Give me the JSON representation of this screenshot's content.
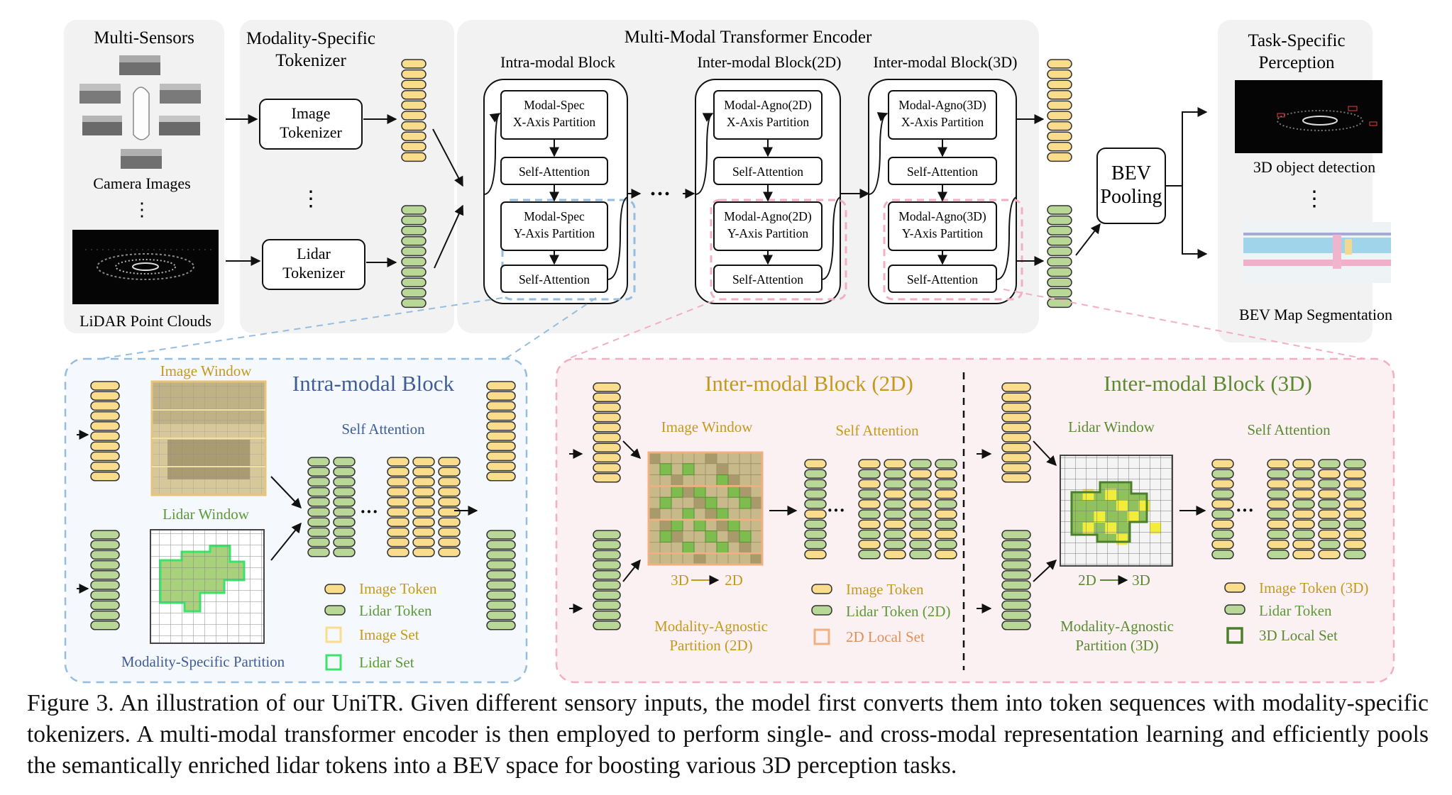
{
  "top": {
    "multi_sensors": {
      "title": "Multi-Sensors",
      "camera_label": "Camera Images",
      "ellipsis": "⋮",
      "lidar_label": "LiDAR Point Clouds"
    },
    "tokenizer": {
      "title": [
        "Modality-Specific",
        "Tokenizer"
      ],
      "image": [
        "Image",
        "Tokenizer"
      ],
      "lidar": [
        "Lidar",
        "Tokenizer"
      ],
      "ellipsis": "⋮"
    },
    "encoder": {
      "title": "Multi-Modal Transformer Encoder",
      "intra_title": "Intra-modal Block",
      "inter2d_title": "Inter-modal Block(2D)",
      "inter3d_title": "Inter-modal Block(3D)",
      "between_dots": "···",
      "intra_boxes": [
        [
          "Modal-Spec",
          "X-Axis Partition"
        ],
        [
          "Self-Attention"
        ],
        [
          "Modal-Spec",
          "Y-Axis Partition"
        ],
        [
          "Self-Attention"
        ]
      ],
      "inter2d_boxes": [
        [
          "Modal-Agno(2D)",
          "X-Axis Partition"
        ],
        [
          "Self-Attention"
        ],
        [
          "Modal-Agno(2D)",
          "Y-Axis Partition"
        ],
        [
          "Self-Attention"
        ]
      ],
      "inter3d_boxes": [
        [
          "Modal-Agno(3D)",
          "X-Axis Partition"
        ],
        [
          "Self-Attention"
        ],
        [
          "Modal-Agno(3D)",
          "Y-Axis Partition"
        ],
        [
          "Self-Attention"
        ]
      ]
    },
    "bev": [
      "BEV",
      "Pooling"
    ],
    "task": {
      "title": [
        "Task-Specific",
        "Perception"
      ],
      "detection": "3D object detection",
      "ellipsis": "⋮",
      "segmentation": "BEV Map Segmentation"
    }
  },
  "bottom_left": {
    "title": "Intra-modal Block",
    "image_window": "Image Window",
    "lidar_window": "Lidar Window",
    "self_attention": "Self Attention",
    "dots": "···",
    "partition": "Modality-Specific Partition",
    "legend": [
      "Image Token",
      "Lidar Token",
      "Image Set",
      "Lidar Set"
    ]
  },
  "bottom_right": {
    "inter2d": {
      "title": "Inter-modal Block (2D)",
      "window": "Image Window",
      "self_attention": "Self Attention",
      "dots": "···",
      "projection": [
        "3D",
        "2D"
      ],
      "partition": [
        "Modality-Agnostic",
        "Partition (2D)"
      ],
      "legend": [
        "Image Token",
        "Lidar Token (2D)",
        "2D Local Set"
      ]
    },
    "inter3d": {
      "title": "Inter-modal Block (3D)",
      "window": "Lidar Window",
      "self_attention": "Self Attention",
      "dots": "···",
      "projection": [
        "2D",
        "3D"
      ],
      "partition": [
        "Modality-Agnostic",
        "Partition (3D)"
      ],
      "legend": [
        "Image Token (3D)",
        "Lidar Token",
        "3D Local Set"
      ]
    }
  },
  "caption": "Figure 3. An illustration of our UniTR. Given different sensory inputs, the model first converts them into token sequences with modality-specific tokenizers. A multi-modal transformer encoder is then employed to perform single- and cross-modal representation learning and efficiently pools the semantically enriched lidar tokens into a BEV space for boosting various 3D perception tasks.",
  "colors": {
    "image_token": "#f9dd8c",
    "lidar_token": "#b9d898",
    "intra_accent": "#3f5d99",
    "inter2d_accent": "#c49a1e",
    "inter3d_accent": "#5b8a32",
    "orange_set": "#f0b080",
    "lidar_set_green": "#3be36a",
    "local3d_green": "#4c7f2b",
    "panel_gray": "#f2f2f2",
    "blue_dash": "#94bde0",
    "pink_dash": "#f3aec4"
  }
}
